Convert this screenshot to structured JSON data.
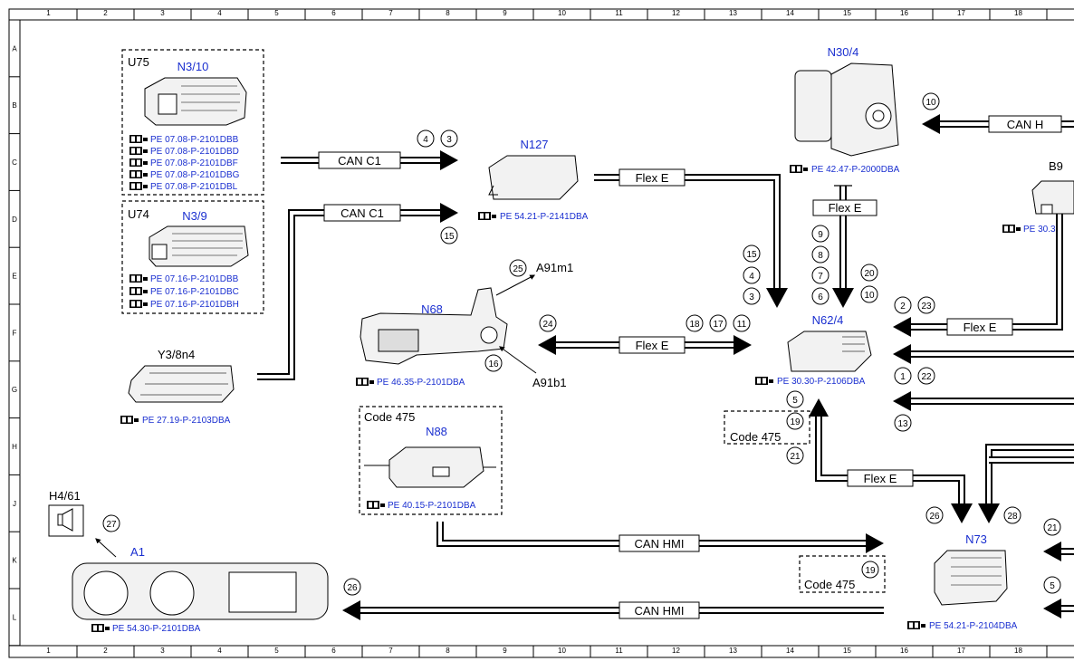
{
  "grid": {
    "columns": [
      "1",
      "2",
      "3",
      "4",
      "5",
      "6",
      "7",
      "8",
      "9",
      "10",
      "11",
      "12",
      "13",
      "14",
      "15",
      "16",
      "17",
      "18"
    ],
    "rows": [
      "A",
      "B",
      "C",
      "D",
      "E",
      "F",
      "G",
      "H",
      "J",
      "K",
      "L"
    ]
  },
  "components": {
    "u75": {
      "group": "U75",
      "code": "N3/10",
      "refs": [
        "PE 07.08-P-2101DBB",
        "PE 07.08-P-2101DBD",
        "PE 07.08-P-2101DBF",
        "PE 07.08-P-2101DBG",
        "PE 07.08-P-2101DBL"
      ]
    },
    "u74": {
      "group": "U74",
      "code": "N3/9",
      "refs": [
        "PE 07.16-P-2101DBB",
        "PE 07.16-P-2101DBC",
        "PE 07.16-P-2101DBH"
      ]
    },
    "y3": {
      "code": "Y3/8n4",
      "ref": "PE 27.19-P-2103DBA"
    },
    "n127": {
      "code": "N127",
      "ref": "PE 54.21-P-2141DBA"
    },
    "n30": {
      "code": "N30/4",
      "ref": "PE 42.47-P-2000DBA"
    },
    "b9x": {
      "code": "B9",
      "ref": "PE 30.3"
    },
    "n68": {
      "code": "N68",
      "ref": "PE 46.35-P-2101DBA",
      "callout_top": "A91m1",
      "callout_bottom": "A91b1"
    },
    "n62": {
      "code": "N62/4",
      "ref": "PE 30.30-P-2106DBA"
    },
    "n88": {
      "group": "Code 475",
      "code": "N88",
      "ref": "PE 40.15-P-2101DBA"
    },
    "h4": {
      "code": "H4/61"
    },
    "a1": {
      "code": "A1",
      "ref": "PE 54.30-P-2101DBA"
    },
    "n73": {
      "code": "N73",
      "ref": "PE 54.21-P-2104DBA"
    },
    "code475a": "Code 475",
    "code475b": "Code 475"
  },
  "buses": {
    "can_c1_top": "CAN C1",
    "can_c1_bottom": "CAN C1",
    "flex_e_n127": "Flex E",
    "flex_e_n30": "Flex E",
    "can_h": "CAN H",
    "flex_e_n68": "Flex E",
    "flex_e_right": "Flex E",
    "flex_e_n73": "Flex E",
    "can_hmi_top": "CAN HMI",
    "can_hmi_bottom": "CAN HMI"
  },
  "circles": {
    "c4": "4",
    "c3": "3",
    "c15a": "15",
    "c10a": "10",
    "c9": "9",
    "c8": "8",
    "c7": "7",
    "c6": "6",
    "c20": "20",
    "c10b": "10",
    "c15b": "15",
    "c4b": "4",
    "c3b": "3",
    "c25": "25",
    "c24": "24",
    "c18": "18",
    "c17": "17",
    "c11": "11",
    "c16": "16",
    "c2": "2",
    "c23": "23",
    "c1": "1",
    "c22": "22",
    "c13": "13",
    "c5a": "5",
    "c19a": "19",
    "c21a": "21",
    "c26a": "26",
    "c28": "28",
    "c21b": "21",
    "c5b": "5",
    "c27": "27",
    "c19b": "19",
    "c26b": "26"
  },
  "icons": [
    "book-reference-icon",
    "speaker-icon"
  ]
}
